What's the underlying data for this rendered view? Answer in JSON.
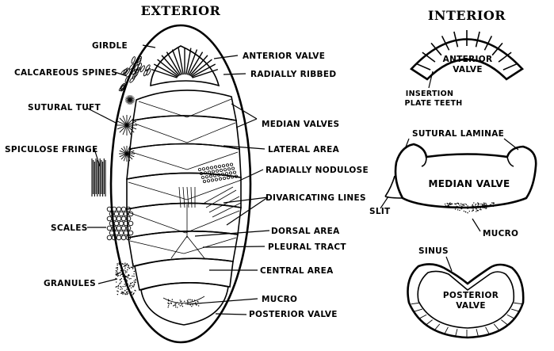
{
  "exterior": {
    "title": "EXTERIOR",
    "labels": {
      "girdle": "GIRDLE",
      "calcareous_spines": "CALCAREOUS SPINES",
      "sutural_tuft": "SUTURAL TUFT",
      "spiculose_fringe": "SPICULOSE FRINGE",
      "scales": "SCALES",
      "granules": "GRANULES",
      "anterior_valve": "ANTERIOR VALVE",
      "radially_ribbed": "RADIALLY RIBBED",
      "median_valves": "MEDIAN VALVES",
      "lateral_area": "LATERAL AREA",
      "radially_nodulose": "RADIALLY NODULOSE",
      "divaricating_lines": "DIVARICATING LINES",
      "dorsal_area": "DORSAL AREA",
      "pleural_tract": "PLEURAL TRACT",
      "central_area": "CENTRAL AREA",
      "mucro": "MUCRO",
      "posterior_valve": "POSTERIOR VALVE"
    }
  },
  "interior": {
    "title": "INTERIOR",
    "anterior_valve": {
      "line1": "ANTERIOR",
      "line2": "VALVE"
    },
    "insertion": {
      "line1": "INSERTION",
      "line2": "PLATE TEETH"
    },
    "sutural_laminae": "SUTURAL LAMINAE",
    "median_valve": "MEDIAN VALVE",
    "slit": "SLIT",
    "mucro": "MUCRO",
    "sinus": "SINUS",
    "posterior_valve": {
      "line1": "POSTERIOR",
      "line2": "VALVE"
    }
  }
}
